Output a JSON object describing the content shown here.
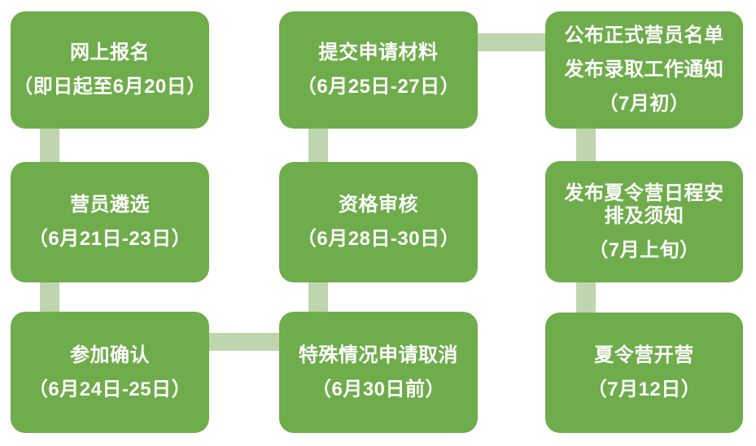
{
  "diagram": {
    "colors": {
      "box": "#6FAC4B",
      "connector": "#BFD5B0",
      "text": "#FFFFFF",
      "background": "#FFFFFF"
    },
    "boxes": [
      {
        "name": "online-registration",
        "paragraphs": [
          [
            "网上报名"
          ],
          [
            "（即日起至6月20日）"
          ]
        ]
      },
      {
        "name": "submit-application-materials",
        "paragraphs": [
          [
            "提交申请材料"
          ],
          [
            "（6月25日-27日）"
          ]
        ]
      },
      {
        "name": "announce-camper-list",
        "paragraphs": [
          [
            "公布正式营员名单"
          ],
          [
            "发布录取工作通知"
          ],
          [
            "（7月初）"
          ]
        ]
      },
      {
        "name": "camper-selection",
        "paragraphs": [
          [
            "营员遴选"
          ],
          [
            "（6月21日-23日）"
          ]
        ]
      },
      {
        "name": "qualification-review",
        "paragraphs": [
          [
            "资格审核"
          ],
          [
            "（6月28日-30日）"
          ]
        ]
      },
      {
        "name": "publish-schedule",
        "paragraphs": [
          [
            "发布夏令营日程安",
            "排及须知"
          ],
          [
            "（7月上旬）"
          ]
        ]
      },
      {
        "name": "participation-confirmation",
        "paragraphs": [
          [
            "参加确认"
          ],
          [
            "（6月24日-25日）"
          ]
        ]
      },
      {
        "name": "special-cancellation",
        "paragraphs": [
          [
            "特殊情况申请取消"
          ],
          [
            "（6月30日前）"
          ]
        ]
      },
      {
        "name": "camp-opening",
        "paragraphs": [
          [
            "夏令营开营"
          ],
          [
            "（7月12日）"
          ]
        ]
      }
    ]
  }
}
